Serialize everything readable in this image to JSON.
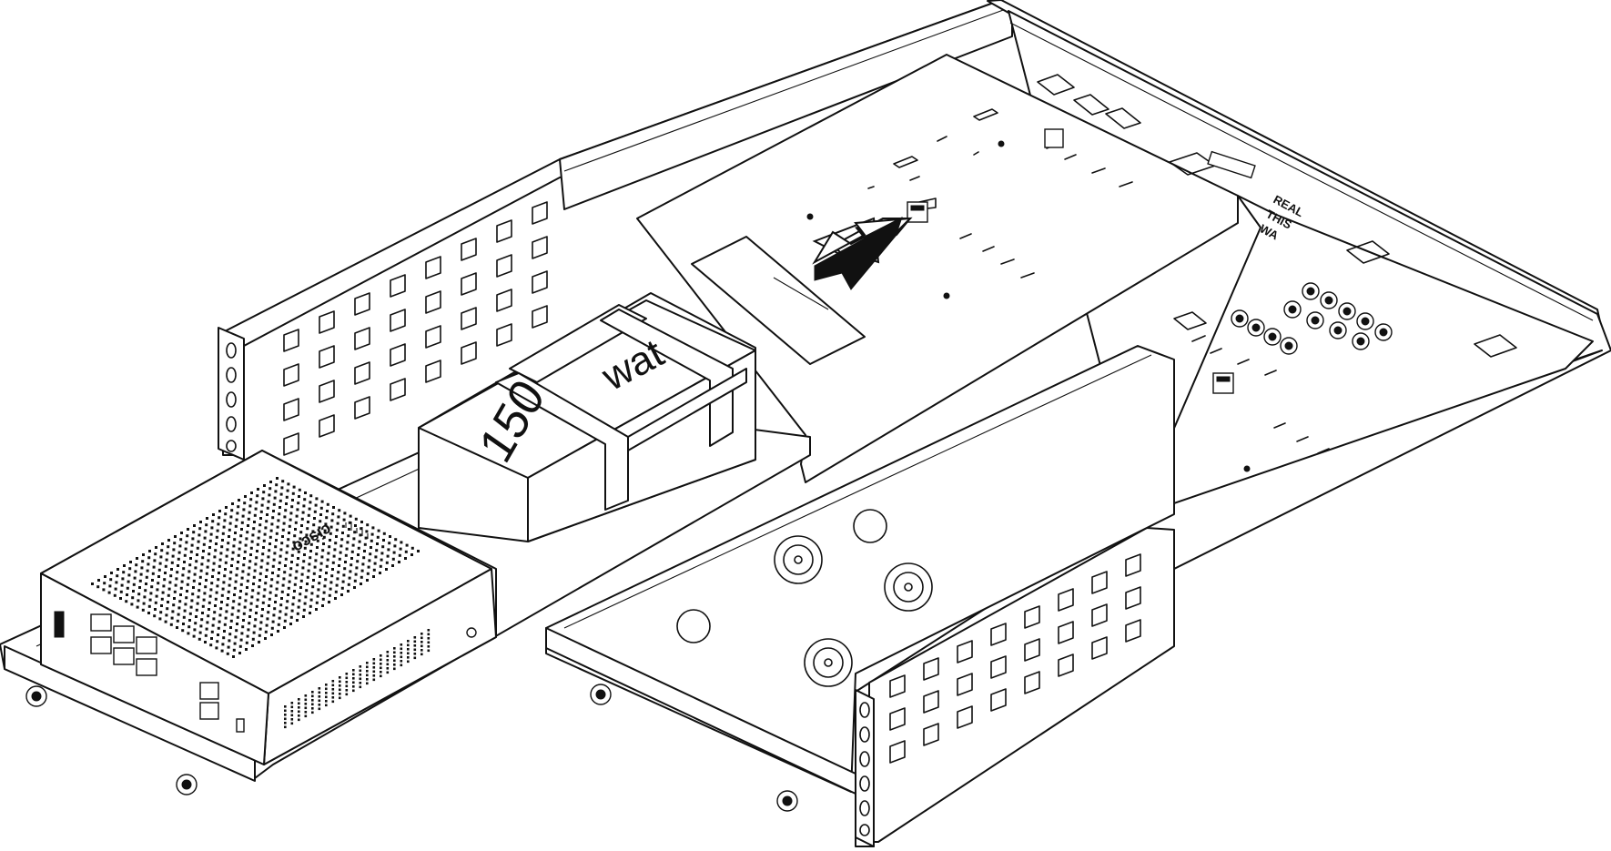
{
  "diagram": {
    "power_supply_label": "150 wat",
    "power_supply_number": "150",
    "power_supply_unit": "wat",
    "device_brand": "cisco",
    "tray_warning": "REAL THIS WA",
    "tray_warning_line1": "REAL",
    "tray_warning_line2": "THIS",
    "tray_warning_line3": "WA",
    "colors": {
      "stroke": "#111111",
      "background": "#ffffff",
      "fill": "#ffffff"
    },
    "icons": [
      "direction-arrow-icon",
      "cisco-logo-icon",
      "perforation-pattern"
    ]
  }
}
